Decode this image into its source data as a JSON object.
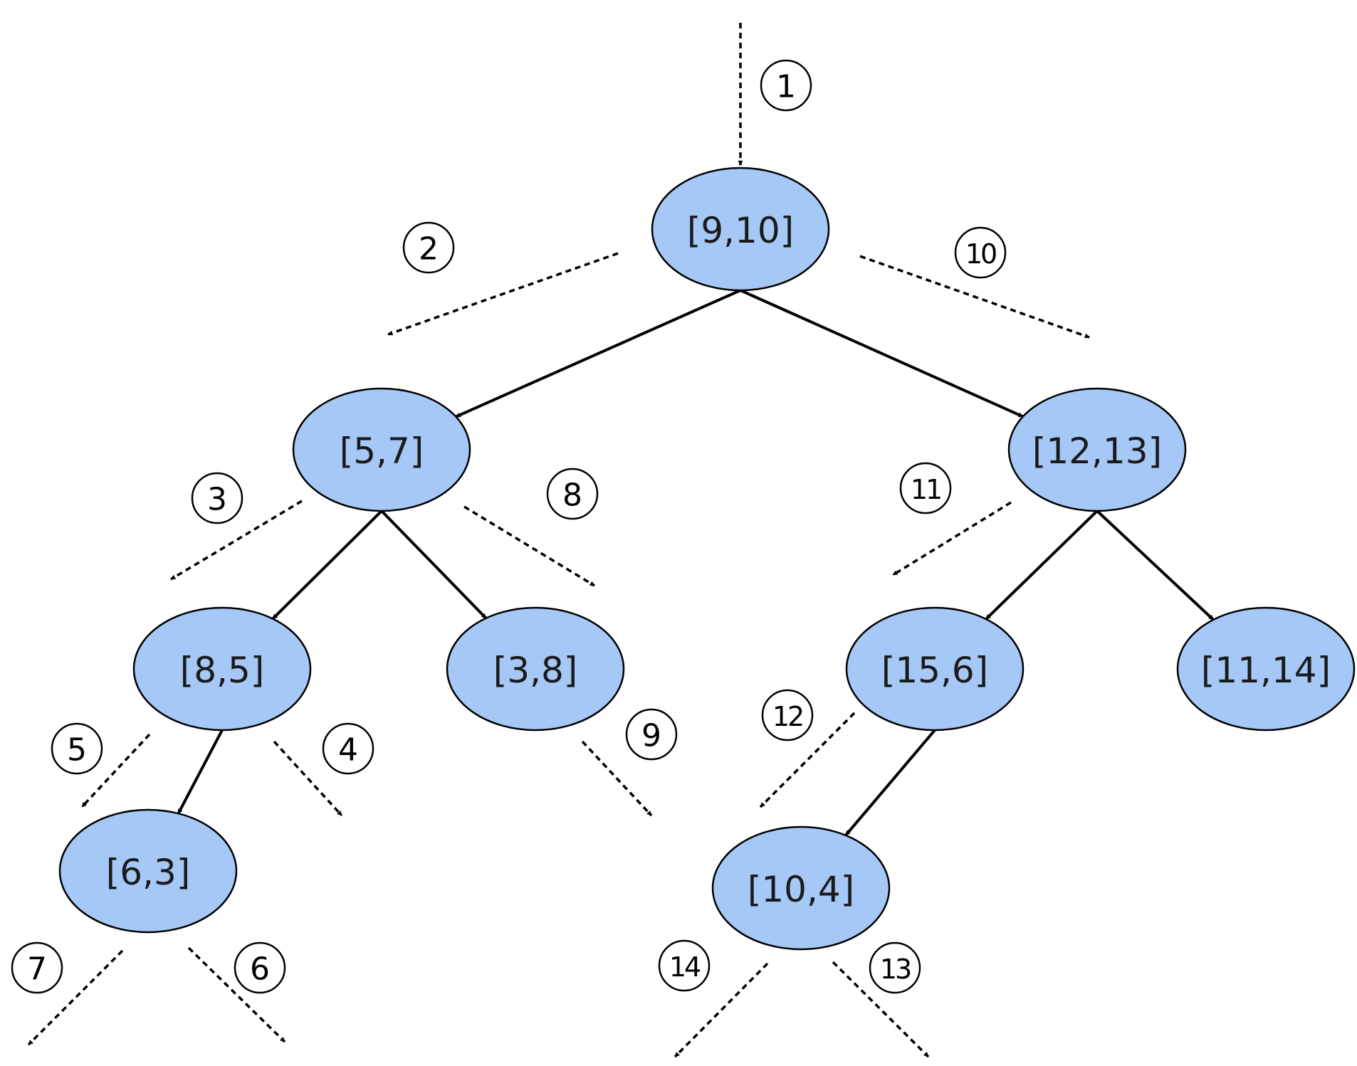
{
  "nodes": [
    {
      "id": "n9-10",
      "label": "[9,10]"
    },
    {
      "id": "n5-7",
      "label": "[5,7]"
    },
    {
      "id": "n12-13",
      "label": "[12,13]"
    },
    {
      "id": "n8-5",
      "label": "[8,5]"
    },
    {
      "id": "n3-8",
      "label": "[3,8]"
    },
    {
      "id": "n15-6",
      "label": "[15,6]"
    },
    {
      "id": "n11-14",
      "label": "[11,14]"
    },
    {
      "id": "n6-3",
      "label": "[6,3]"
    },
    {
      "id": "n10-4",
      "label": "[10,4]"
    }
  ],
  "edges": [
    {
      "from": "n9-10",
      "to": "n5-7"
    },
    {
      "from": "n9-10",
      "to": "n12-13"
    },
    {
      "from": "n5-7",
      "to": "n8-5"
    },
    {
      "from": "n5-7",
      "to": "n3-8"
    },
    {
      "from": "n12-13",
      "to": "n15-6"
    },
    {
      "from": "n12-13",
      "to": "n11-14"
    },
    {
      "from": "n8-5",
      "to": "n6-3"
    },
    {
      "from": "n15-6",
      "to": "n10-4"
    }
  ],
  "steps": [
    "1",
    "2",
    "3",
    "4",
    "5",
    "6",
    "7",
    "8",
    "9",
    "10",
    "11",
    "12",
    "13",
    "14"
  ],
  "colors": {
    "node_fill": "#a6c8f7",
    "stroke": "#000000"
  }
}
